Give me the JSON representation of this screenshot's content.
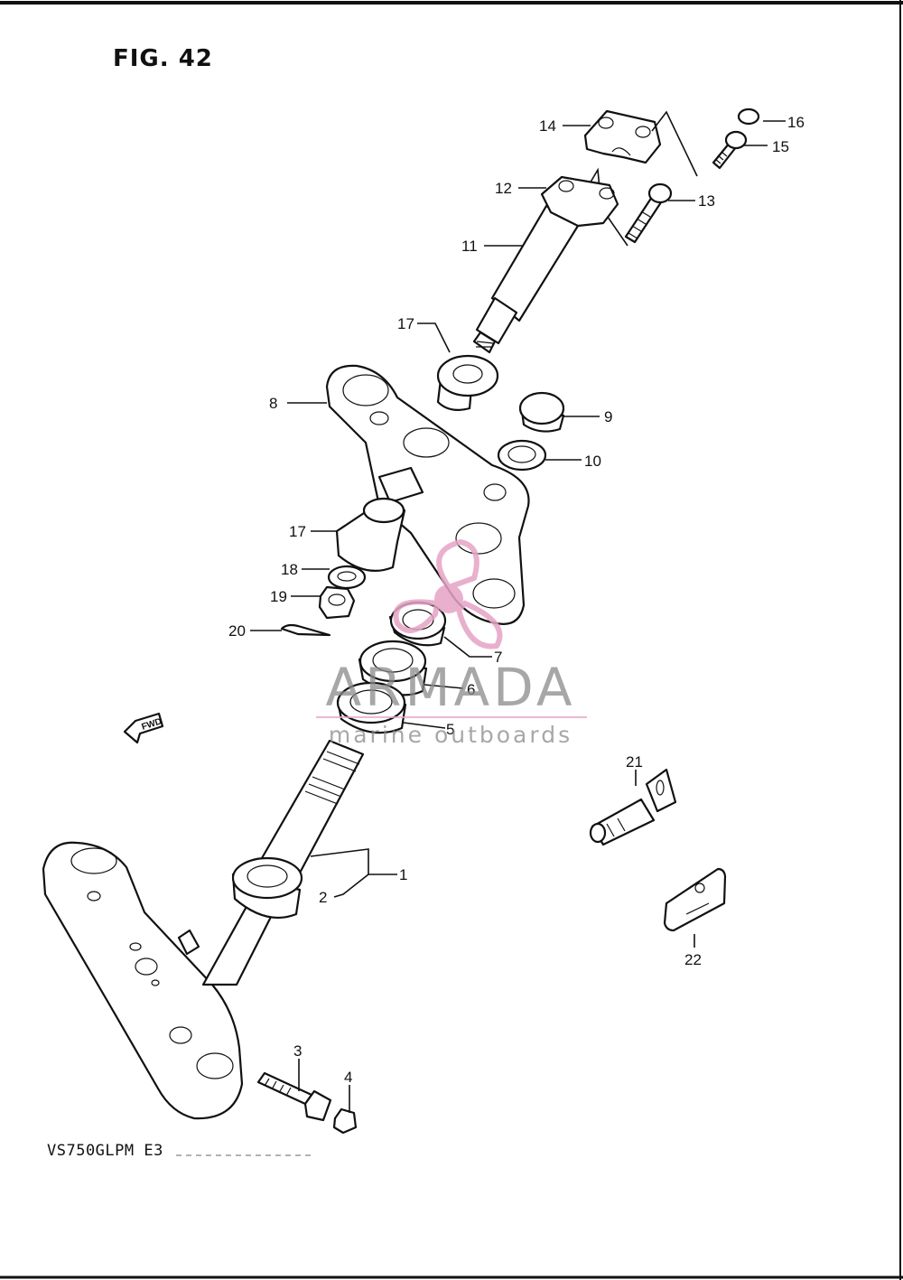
{
  "figure": {
    "title": "FIG. 42",
    "model": "VS750GLPM E3"
  },
  "watermark": {
    "brand": "ARMADA",
    "tagline": "marine outboards",
    "accent_color": "#e6a3c6",
    "text_color": "#8a8a8a"
  },
  "fwd_arrow": {
    "label": "FWD"
  },
  "callouts": {
    "c1": "1",
    "c2": "2",
    "c3": "3",
    "c4": "4",
    "c5": "5",
    "c6": "6",
    "c7": "7",
    "c8": "8",
    "c9": "9",
    "c10": "10",
    "c11": "11",
    "c12": "12",
    "c13": "13",
    "c14": "14",
    "c15": "15",
    "c16": "16",
    "c17a": "17",
    "c17b": "17",
    "c18": "18",
    "c19": "19",
    "c20": "20",
    "c21": "21",
    "c22": "22"
  }
}
